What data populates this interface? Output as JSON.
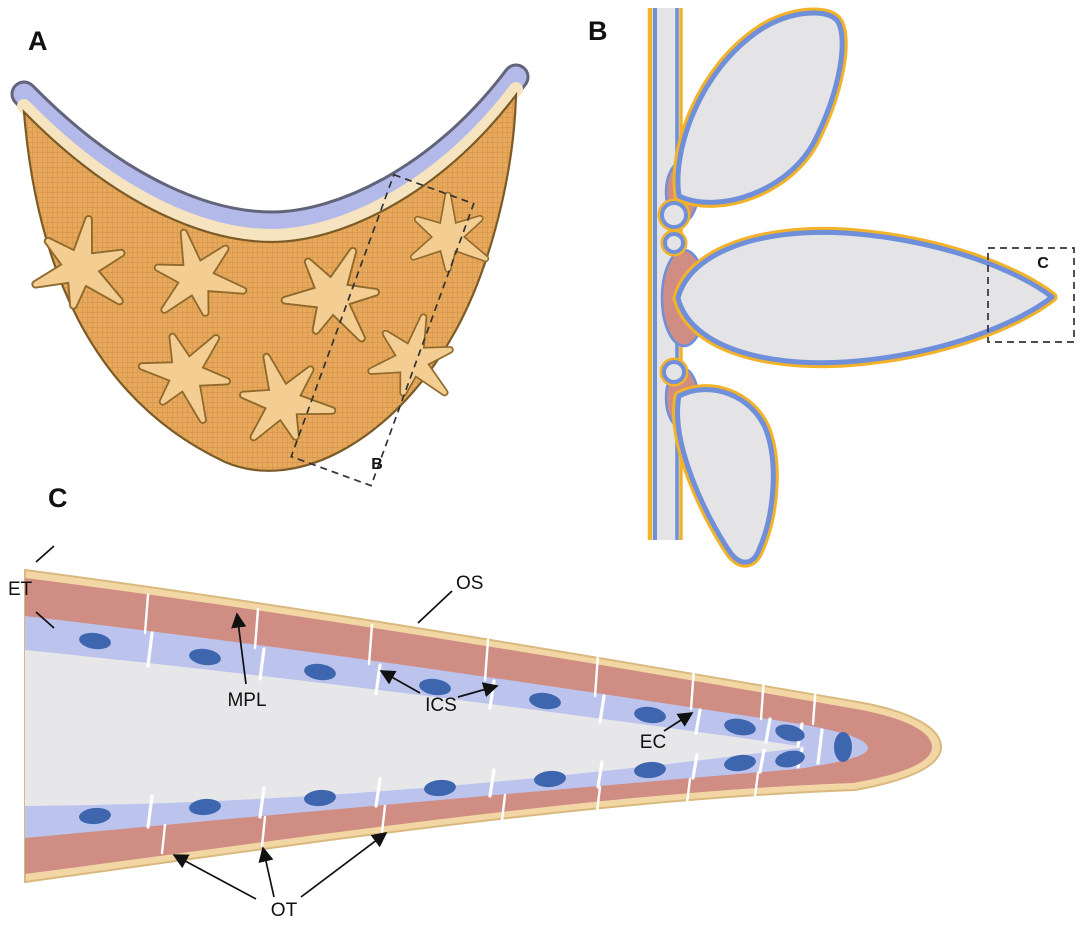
{
  "figure": {
    "panels": [
      {
        "id": "A",
        "label": "A",
        "inset_label": "B"
      },
      {
        "id": "B",
        "label": "B",
        "inset_label": "C"
      },
      {
        "id": "C",
        "label": "C"
      }
    ],
    "annotations": {
      "et": "ET",
      "os": "OS",
      "mpl": "MPL",
      "ics": "ICS",
      "ec": "EC",
      "ot": "OT"
    },
    "colors": {
      "shell_fill": "#e8a95c",
      "shell_outline": "#7a5a28",
      "cell_fill": "#f3cd92",
      "cell_outline": "#8f6a2c",
      "cuticle_blue": "#b3baea",
      "cuticle_cream": "#f6e3bf",
      "band_outline": "#63637a",
      "petal_gray": "#e4e4e6",
      "outline_blue": "#6f8fdb",
      "outline_yellow": "#f2b32a",
      "tissue_mauve": "#cf8d84",
      "cell_blue": "#bcc4ee",
      "nucleus_blue": "#3e66ae",
      "lumen_gray": "#e7e7e9",
      "outer_cream": "#f2d6a4",
      "outer_cream_line": "#d9b97e"
    }
  }
}
